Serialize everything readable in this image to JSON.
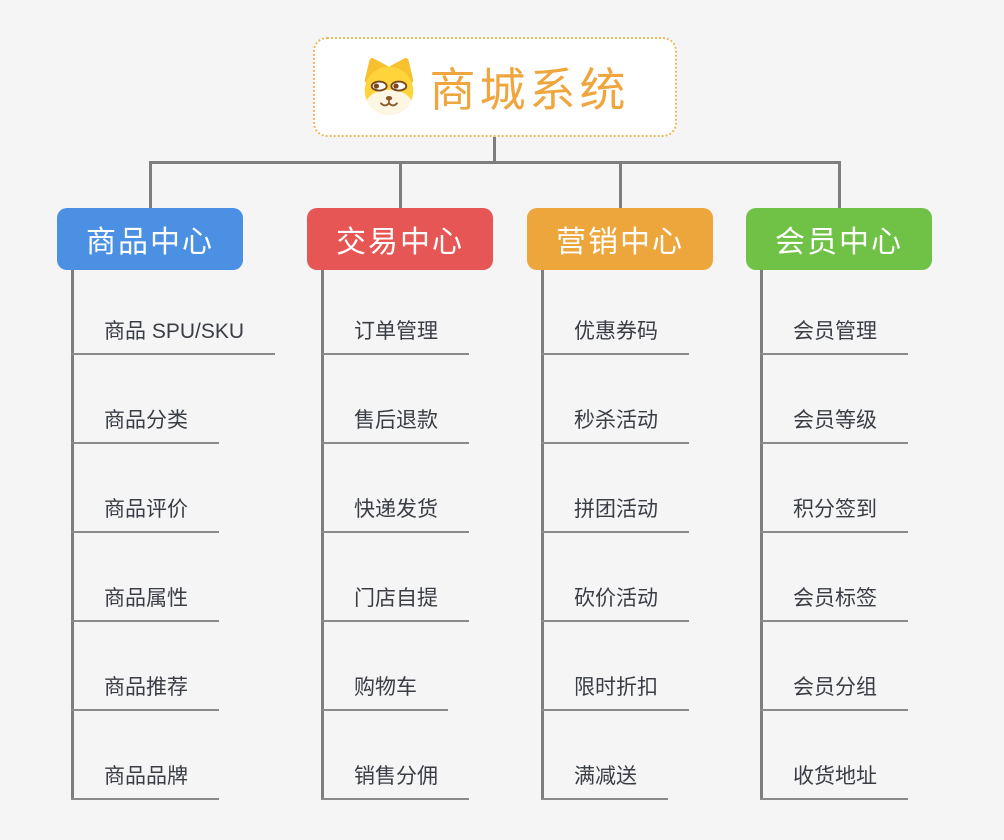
{
  "page": {
    "background_color": "#f5f5f6",
    "connector_color": "#7e7e7e",
    "leaf_underline_color": "#8a8a8a",
    "leaf_text_color": "#3a3e44"
  },
  "root": {
    "title": "商城系统",
    "icon": "dog-face-icon",
    "text_color": "#f0a63e",
    "border_color": "#f1b55c"
  },
  "branches": [
    {
      "label": "商品中心",
      "color": "#4b90e2",
      "children": [
        "商品 SPU/SKU",
        "商品分类",
        "商品评价",
        "商品属性",
        "商品推荐",
        "商品品牌"
      ]
    },
    {
      "label": "交易中心",
      "color": "#e65654",
      "children": [
        "订单管理",
        "售后退款",
        "快递发货",
        "门店自提",
        "购物车",
        "销售分佣"
      ]
    },
    {
      "label": "营销中心",
      "color": "#eca63c",
      "children": [
        "优惠券码",
        "秒杀活动",
        "拼团活动",
        "砍价活动",
        "限时折扣",
        "满减送"
      ]
    },
    {
      "label": "会员中心",
      "color": "#6fc246",
      "children": [
        "会员管理",
        "会员等级",
        "积分签到",
        "会员标签",
        "会员分组",
        "收货地址"
      ]
    }
  ]
}
